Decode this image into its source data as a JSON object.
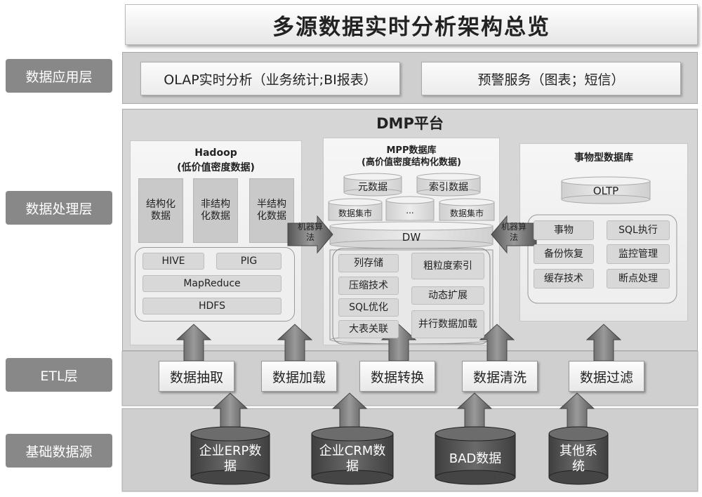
{
  "title": "多源数据实时分析架构总览",
  "layers": {
    "app": "数据应用层",
    "proc": "数据处理层",
    "etl": "ETL层",
    "src": "基础数据源"
  },
  "app": {
    "olap": "OLAP实时分析（业务统计;BI报表）",
    "alert": "预警服务（图表；短信）"
  },
  "dmp": {
    "title": "DMP平台",
    "hadoop": {
      "title": "Hadoop",
      "subtitle": "(低价值密度数据)",
      "data_types": [
        "结构化数据",
        "非结构化数据",
        "半结构化数据"
      ],
      "hive": "HIVE",
      "pig": "PIG",
      "mapreduce": "MapReduce",
      "hdfs": "HDFS"
    },
    "ml_left": "机器算法",
    "ml_right": "机器算法",
    "mpp": {
      "title": "MPP数据库",
      "subtitle": "(高价值密度结构化数据)",
      "meta": "元数据",
      "index": "索引数据",
      "mart1": "数据集市",
      "ellipsis": "...",
      "mart2": "数据集市",
      "dw": "DW",
      "features": [
        "列存储",
        "粗粒度索引",
        "压缩技术",
        "动态扩展",
        "SQL优化",
        "并行数据加载",
        "大表关联"
      ]
    },
    "txn": {
      "title": "事物型数据库",
      "oltp": "OLTP",
      "features": [
        "事物",
        "SQL执行",
        "备份恢复",
        "监控管理",
        "缓存技术",
        "断点处理"
      ]
    }
  },
  "etl": [
    "数据抽取",
    "数据加载",
    "数据转换",
    "数据清洗",
    "数据过滤"
  ],
  "sources": [
    "企业ERP数据",
    "企业CRM数据",
    "BAD数据",
    "其他系统"
  ]
}
